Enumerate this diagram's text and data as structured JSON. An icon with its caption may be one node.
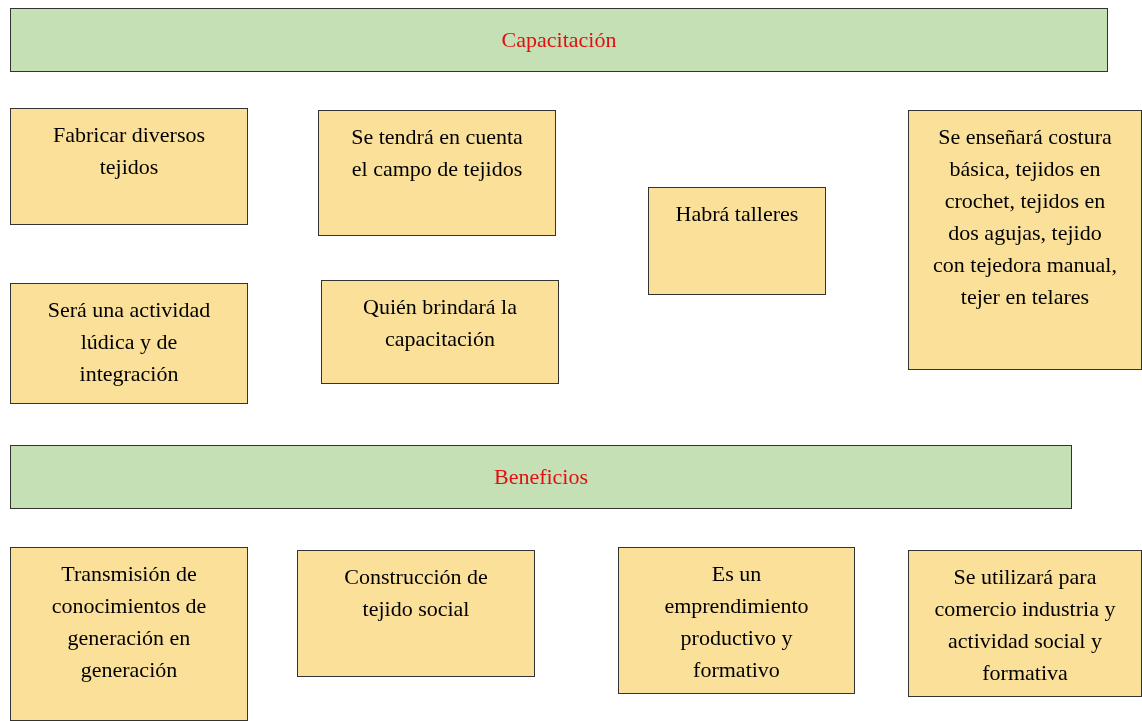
{
  "diagram": {
    "nodes": [
      {
        "text": [
          "Capacitación"
        ]
      },
      {
        "text": [
          "Fabricar diversos tejidos"
        ]
      },
      {
        "text": [
          "Se tendrá en cuenta el campo de tejidos"
        ]
      },
      {
        "text": [
          "Se enseñará costura básica, tejidos en crochet, tejidos en dos agujas, tejido con tejedora manual, tejer en telares"
        ]
      },
      {
        "text": [
          "Habrá talleres"
        ]
      },
      {
        "text": [
          "Será una actividad lúdica y de integración"
        ]
      },
      {
        "text": [
          "Quién brindará la capacitación"
        ]
      },
      {
        "text": [
          "Beneficios"
        ]
      },
      {
        "text": [
          "Transmisión de conocimientos de generación en generación"
        ]
      },
      {
        "text": [
          "Construcción de tejido social"
        ]
      },
      {
        "text": [
          "Es un emprendimiento productivo y formativo"
        ]
      },
      {
        "text": [
          "Se utilizará para comercio industria y actividad social y formativa"
        ]
      }
    ],
    "edges": []
  }
}
